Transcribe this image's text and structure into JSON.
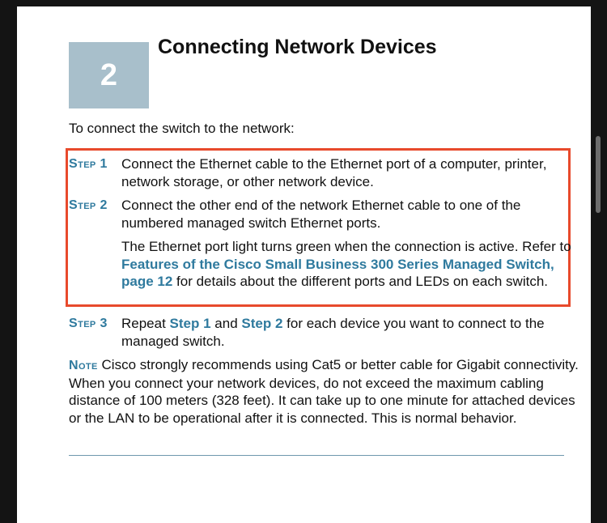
{
  "chapter": {
    "number": "2",
    "title": "Connecting Network Devices"
  },
  "intro": "To connect the switch to the network:",
  "steps": [
    {
      "label": "Step 1",
      "text": "Connect the Ethernet cable to the Ethernet port of a computer, printer, network storage, or other network device."
    },
    {
      "label": "Step 2",
      "text": "Connect the other end of the network Ethernet cable to one of the numbered managed switch Ethernet ports.",
      "detail_prefix": "The Ethernet port light turns green when the connection is active. Refer to ",
      "detail_link": "Features of the Cisco Small Business 300 Series Managed Switch, page 12",
      "detail_suffix": " for details about the different ports and LEDs on each switch."
    },
    {
      "label": "Step 3",
      "text_before": "Repeat ",
      "link1": "Step 1",
      "text_middle": " and ",
      "link2": "Step 2",
      "text_after": " for each device you want to connect to the managed switch."
    }
  ],
  "note": {
    "label": "Note",
    "text": "Cisco strongly recommends using Cat5 or better cable for Gigabit connectivity. When you connect your network devices, do not exceed the maximum cabling distance of 100 meters (328 feet). It can take up to one minute for attached devices or the LAN to be operational after it is connected. This is normal behavior."
  },
  "colors": {
    "accent": "#2f7a9e",
    "highlight_border": "#e84a2c",
    "chapter_box": "#a8bfcb"
  }
}
